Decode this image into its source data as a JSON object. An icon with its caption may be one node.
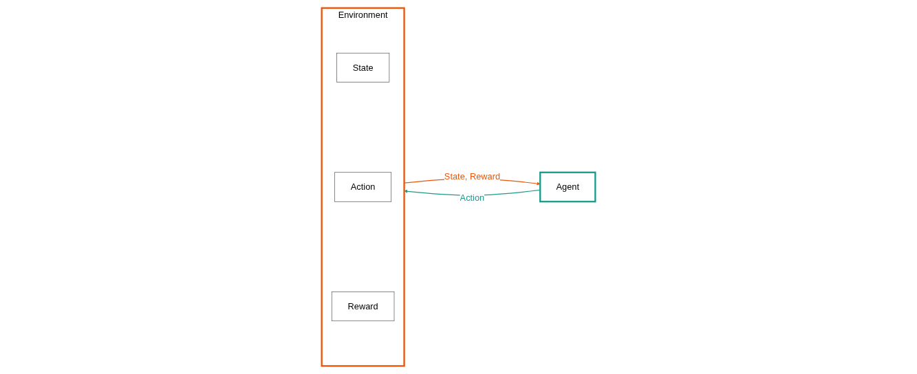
{
  "diagram": {
    "nodes": [
      {
        "text": [
          "Agent"
        ]
      },
      {
        "text": [
          "Environment"
        ]
      },
      {
        "text": [
          "State"
        ],
        "in": 1
      },
      {
        "text": [
          "Action"
        ],
        "in": 1
      },
      {
        "text": [
          "Reward"
        ],
        "in": 1
      }
    ],
    "edges": [
      {
        "from": 0,
        "to": 1,
        "arrow": "to",
        "label": "Action",
        "color": "#1a9a8a"
      },
      {
        "from": 1,
        "to": 0,
        "arrow": "to",
        "label": "State, Reward",
        "color": "#e8560a"
      }
    ]
  }
}
